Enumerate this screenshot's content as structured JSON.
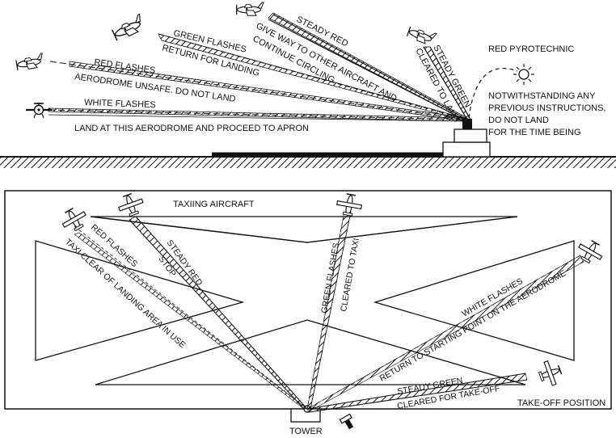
{
  "air": {
    "green_flashes": "GREEN FLASHES",
    "return_for_landing": "RETURN FOR LANDING",
    "steady_red": "STEADY RED",
    "give_way": "GIVE WAY TO OTHER AIRCRAFT AND",
    "continue_circling": "CONTINUE CIRCLING",
    "steady_green": "STEADY GREEN",
    "cleared_to_land": "CLEARED TO LAND",
    "red_flashes": "RED FLASHES",
    "aerodrome_unsafe": "AERODROME UNSAFE. DO NOT LAND",
    "white_flashes": "WHITE FLASHES",
    "land_proceed": "LAND AT THIS AERODROME AND PROCEED TO APRON",
    "red_pyro": "RED PYROTECHNIC",
    "notwithstanding": [
      "NOTWITHSTANDING ANY",
      "PREVIOUS INSTRUCTIONS,",
      "DO NOT LAND",
      "FOR THE TIME BEING"
    ]
  },
  "ground": {
    "taxiing_aircraft": "TAXIING AIRCRAFT",
    "red_flashes": "RED FLASHES",
    "taxi_clear": "TAXI CLEAR OF LANDING AREA IN USE",
    "steady_red": "STEADY RED",
    "stop": "STOP",
    "green_flashes": "GREEN FLASHES",
    "cleared_to_taxi": "CLEARED TO TAXI",
    "white_flashes": "WHITE FLASHES",
    "return_start": "RETURN TO STARTING POINT ON THE AERODROME",
    "steady_green": "STEADY GREEN",
    "cleared_takeoff": "CLEARED FOR TAKE-OFF",
    "takeoff_position": "TAKE-OFF POSITION",
    "tower": "TOWER"
  }
}
